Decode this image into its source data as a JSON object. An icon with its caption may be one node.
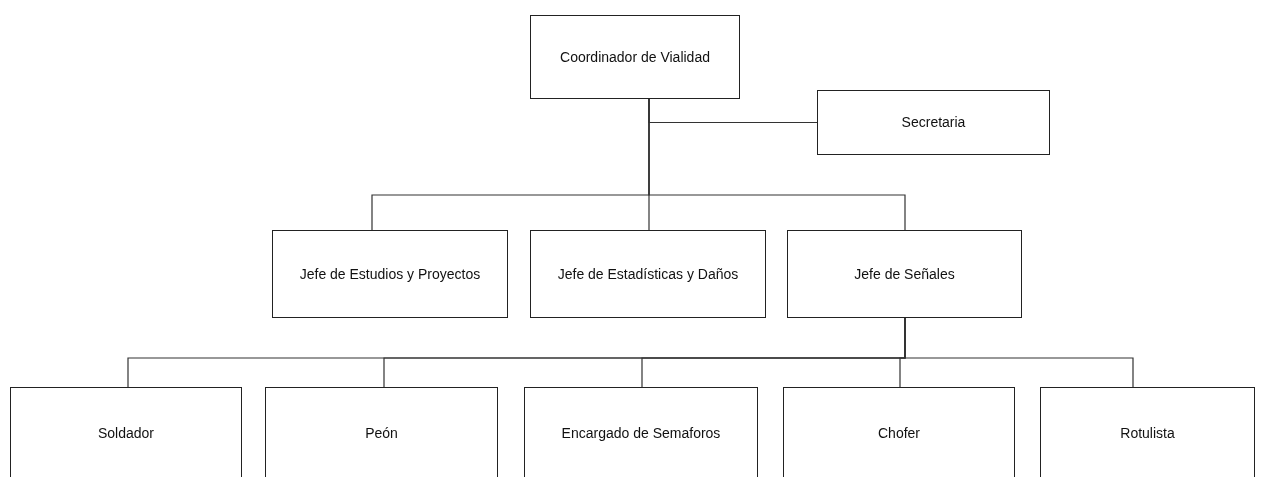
{
  "diagram": {
    "nodes": [
      {
        "text": [
          "Coordinador de Vialidad"
        ]
      },
      {
        "text": [
          "Secretaria"
        ]
      },
      {
        "text": [
          "Jefe de Estudios y Proyectos"
        ]
      },
      {
        "text": [
          "Jefe de Estadísticas y Daños"
        ]
      },
      {
        "text": [
          "Jefe de Señales"
        ]
      },
      {
        "text": [
          "Soldador"
        ]
      },
      {
        "text": [
          "Peón"
        ]
      },
      {
        "text": [
          "Encargado de Semaforos"
        ]
      },
      {
        "text": [
          "Chofer"
        ]
      },
      {
        "text": [
          "Rotulista"
        ]
      }
    ],
    "edges": [
      {
        "from": 0,
        "to": 1,
        "arrow": "none"
      },
      {
        "from": 0,
        "to": 2,
        "arrow": "none"
      },
      {
        "from": 0,
        "to": 3,
        "arrow": "none"
      },
      {
        "from": 0,
        "to": 4,
        "arrow": "none"
      },
      {
        "from": 4,
        "to": 5,
        "arrow": "none"
      },
      {
        "from": 4,
        "to": 6,
        "arrow": "none"
      },
      {
        "from": 4,
        "to": 7,
        "arrow": "none"
      },
      {
        "from": 4,
        "to": 8,
        "arrow": "none"
      },
      {
        "from": 4,
        "to": 9,
        "arrow": "none"
      }
    ]
  }
}
